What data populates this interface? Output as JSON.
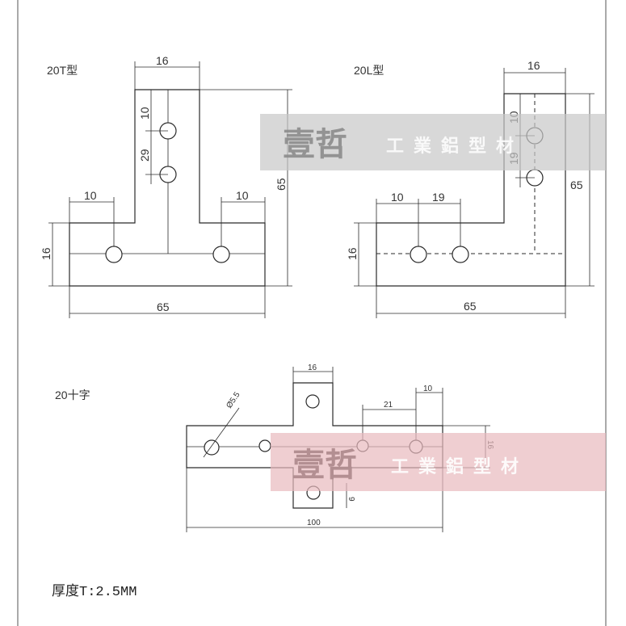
{
  "t_part": {
    "title": "20T型",
    "dim_top_width": "16",
    "dim_hole_top": "10",
    "dim_hole_spacing": "29",
    "dim_height": "65",
    "dim_left_hole": "10",
    "dim_right_hole": "10",
    "dim_arm_height": "16",
    "dim_width": "65"
  },
  "l_part": {
    "title": "20L型",
    "dim_top_width": "16",
    "dim_hole_top": "10",
    "dim_hole_spacing": "19",
    "dim_height": "65",
    "dim_left_hole": "10",
    "dim_hole_spacing_h": "19",
    "dim_arm_height": "16",
    "dim_width": "65"
  },
  "cross_part": {
    "title": "20十字",
    "dim_top_width": "16",
    "dim_hole_right": "10",
    "dim_hole_spacing": "21",
    "dim_hole_dia": "Ø5.5",
    "dim_arm_height": "16",
    "dim_hole_offset": "9",
    "dim_width": "100"
  },
  "footer": {
    "thickness": "厚度T:2.5MM"
  },
  "watermark": {
    "brand": "壹哲",
    "suffix": "工業鋁型材",
    "band_color": "#c8c8c8",
    "band_color_pink": "#e8b9bd"
  }
}
